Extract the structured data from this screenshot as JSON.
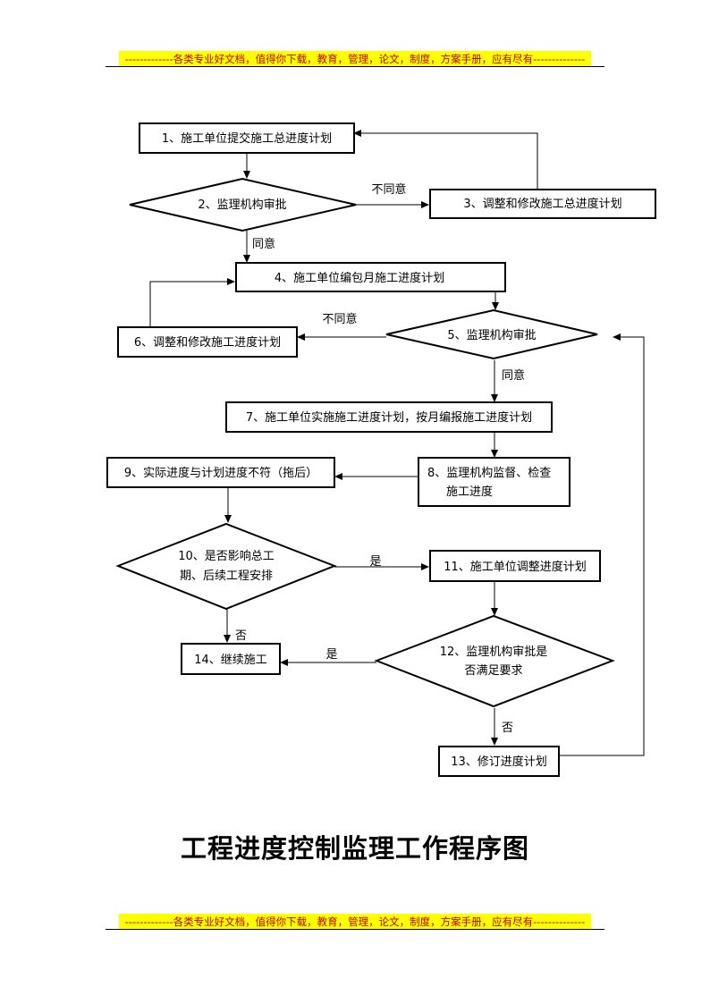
{
  "header": {
    "banner": "-------------各类专业好文档，值得你下载，教育，管理，论文，制度，方案手册，应有尽有--------------"
  },
  "footer": {
    "banner": "-------------各类专业好文档，值得你下载，教育，管理，论文，制度，方案手册，应有尽有--------------"
  },
  "title": "工程进度控制监理工作程序图",
  "nodes": {
    "n1": "1、施工单位提交施工总进度计划",
    "n2": "2、监理机构审批",
    "n3": "3、调整和修改施工总进度计划",
    "n4": "4、施工单位编包月施工进度计划",
    "n5": "5、监理机构审批",
    "n6": "6、调整和修改施工进度计划",
    "n7": "7、施工单位实施施工进度计划，按月编报施工进度计划",
    "n8_line1": "8、监理机构监督、检查",
    "n8_line2": "施工进度",
    "n9": "9、实际进度与计划进度不符（拖后）",
    "n10_line1": "10、是否影响总工",
    "n10_line2": "期、后续工程安排",
    "n11": "11、施工单位调整进度计划",
    "n12_line1": "12、监理机构审批是",
    "n12_line2": "否满足要求",
    "n13": "13、修订进度计划",
    "n14": "14、继续施工"
  },
  "edge_labels": {
    "disagree_1": "不同意",
    "agree_1": "同意",
    "disagree_2": "不同意",
    "agree_2": "同意",
    "yes_1": "是",
    "no_1": "否",
    "yes_2": "是",
    "no_2": "否"
  }
}
